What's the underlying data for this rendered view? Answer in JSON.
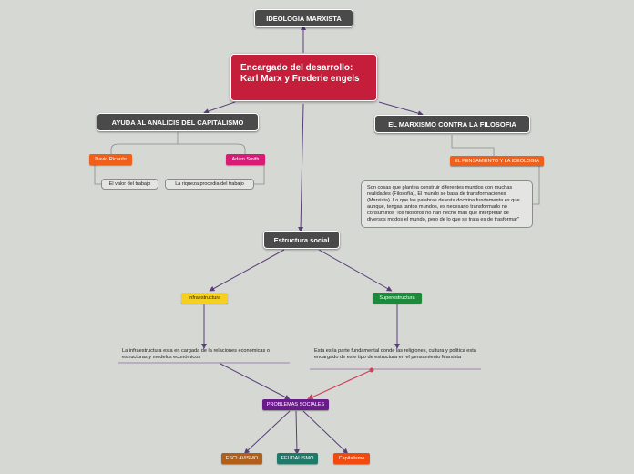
{
  "colors": {
    "background": "#d6d8d4",
    "dark_node": "#4a4a4a",
    "central": "#c41e3a",
    "connector": "#5a3e7a",
    "connector_red": "#d0405a",
    "orange": "#f0601a",
    "pink": "#d81b76",
    "yellow": "#f5d020",
    "green": "#1c8a3a",
    "purple": "#6a1b8a",
    "brown": "#b0601a",
    "teal": "#1f7a6a",
    "orange_red": "#f04a10"
  },
  "nodes": {
    "ideologia": "IDEOLOGIA MARXISTA",
    "central": "Encargado del desarrollo: Karl Marx y Frederie engels",
    "ayuda": "AYUDA AL ANALICIS DEL CAPITALISMO",
    "marxismo": "EL MARXISMO CONTRA LA FILOSOFIA",
    "david": "David Ricardo",
    "adam": "Adam Smith",
    "valor": "El valor del trabajo",
    "riqueza": "La riqueza procedia del trabajo",
    "pensamiento": "EL PENSAMIENTO Y LA IDEOLOGIA",
    "filosofia_note": "Son cosas que plantea construir diferentes mundos con muchas realidades (Filosofía), El mundo se basa de transformaciones (Marxista). Lo que las palabras de esta doctrina fundamenta es que aunque, tengas tantos mundos, es necesario transformarlo no consumirlos \"los filosofos no han hecho mas que interpretar de diversos modos el mundo, pero de lo que se trata es de trasformar\"",
    "estructura": "Estructura social",
    "infra": "Infraestructura",
    "super": "Superestructura",
    "infra_desc": "La infraestructura esta en cargada de la relaciones económicas o estructuras y modelos económicos",
    "super_desc": "Esta es la parte fundamental donde las religiones, cultura y politica esta encargado de este tipo de estructura en el pensamiento Marxista",
    "problemas": "PROBLEMAS SOCIALES",
    "esclavismo": "ESCLAVISMO",
    "feudalismo": "FEUDALISMO",
    "capitalismo": "Capitalismo"
  }
}
